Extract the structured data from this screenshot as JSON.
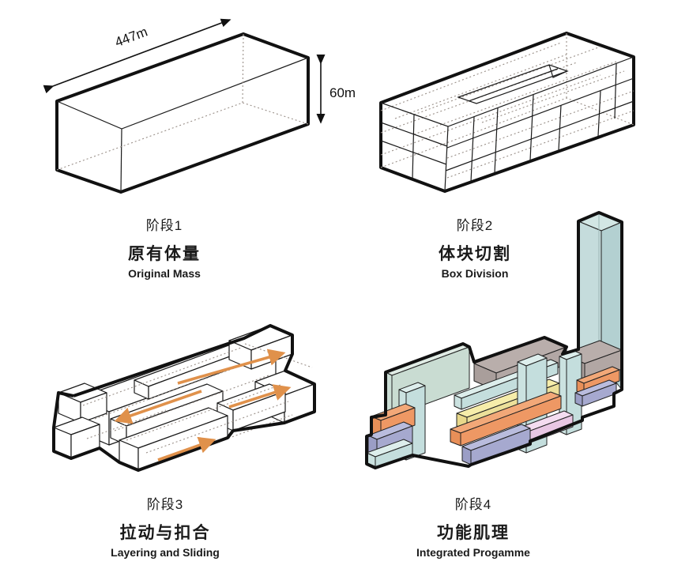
{
  "panels": [
    {
      "stage": "阶段1",
      "title_zh": "原有体量",
      "title_en": "Original Mass",
      "dim_length": "447m",
      "dim_height": "60m"
    },
    {
      "stage": "阶段2",
      "title_zh": "体块切割",
      "title_en": "Box Division"
    },
    {
      "stage": "阶段3",
      "title_zh": "拉动与扣合",
      "title_en": "Layering and Sliding"
    },
    {
      "stage": "阶段4",
      "title_zh": "功能肌理",
      "title_en": "Integrated Progamme"
    }
  ],
  "palette": {
    "background": "#ffffff",
    "outline": "#111111",
    "hidden_line": "#9a9089",
    "arrow_orange": "#e0914b",
    "teal": "#b3d0d1",
    "mint": "#c9dcd2",
    "taupe_gray": "#b2a7a4",
    "yellow": "#ece09a",
    "orange": "#ee9864",
    "pink": "#e9c7e4",
    "periwinkle": "#a6a9cf",
    "pale_cyan": "#c4dedd"
  }
}
